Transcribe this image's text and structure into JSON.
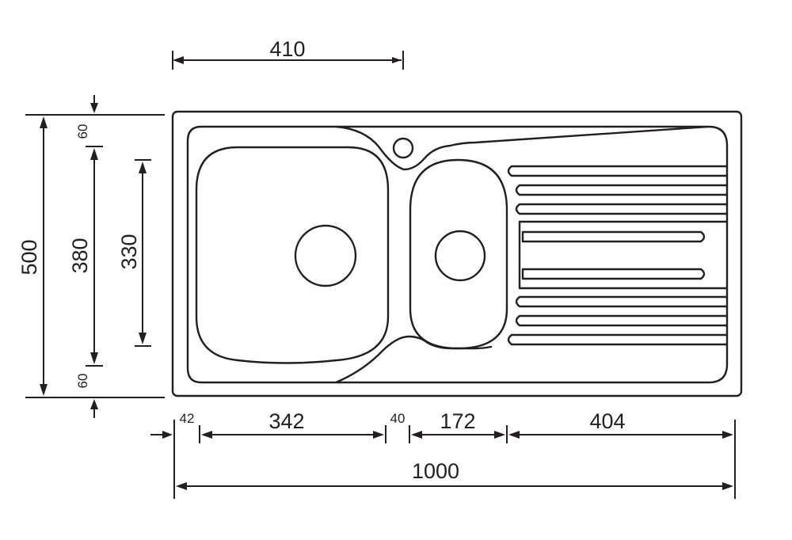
{
  "dimensions": {
    "top_width": "410",
    "total_depth": "500",
    "bowl_depth_main": "380",
    "bowl_depth_small": "330",
    "margin_top": "60",
    "margin_bottom": "60",
    "margin_left": "42",
    "main_bowl_width": "342",
    "gap_between_bowls": "40",
    "small_bowl_width": "172",
    "drainer_width": "404",
    "total_width": "1000"
  }
}
